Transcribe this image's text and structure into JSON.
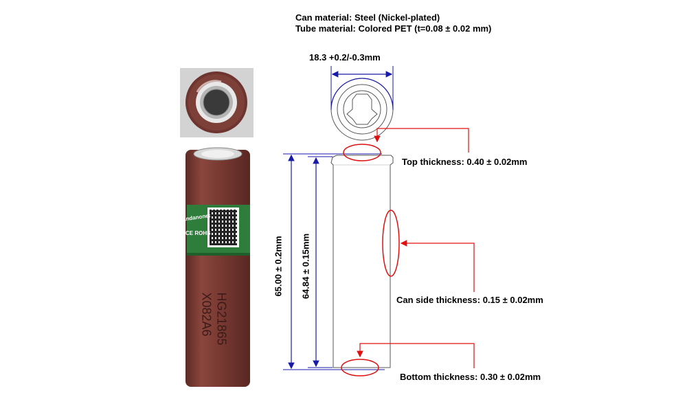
{
  "specs": {
    "can_material": "Can material: Steel (Nickel-plated)",
    "tube_material": "Tube material: Colored PET (t=0.08 ± 0.02 mm)"
  },
  "dimensions": {
    "diameter": "18.3 +0.2/-0.3mm",
    "overall_height": "65.00 ± 0.2mm",
    "body_height": "64.84 ± 0.15mm"
  },
  "callouts": {
    "top_thickness": "Top thickness: 0.40 ± 0.02mm",
    "side_thickness": "Can side thickness: 0.15 ± 0.02mm",
    "bottom_thickness": "Bottom thickness: 0.30 ± 0.02mm"
  },
  "battery_label": {
    "brand": "andanonec",
    "cert": "CE ROHS",
    "model": "HG21865",
    "code": "X082A6"
  },
  "colors": {
    "battery_brown": "#7a3b33",
    "label_green": "#2e7d3a",
    "dimension_blue": "#1a1aa8",
    "callout_red": "#e01010"
  }
}
